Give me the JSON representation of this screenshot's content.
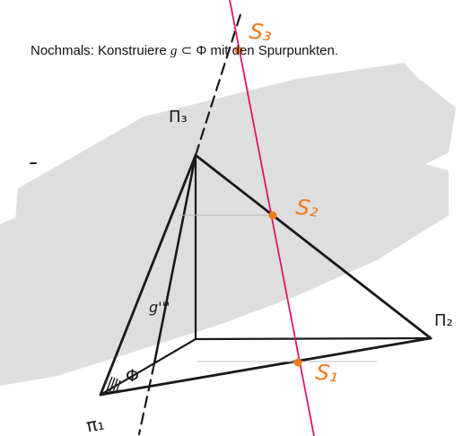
{
  "caption": {
    "prefix": "Nochmals: Konstruiere ",
    "g": "g",
    "op": " ⊂ ",
    "phi": "Φ",
    "suffix": " mit den Spurpunkten."
  },
  "labels": {
    "pi1": "π₁",
    "pi2": "Π₂",
    "pi3": "Π₃",
    "phi": "Φ",
    "g3": "g'''"
  },
  "handwritten": {
    "s1": "S₁",
    "s2": "S₂",
    "s3": "S₃"
  },
  "colors": {
    "construction_line": "#e0146e",
    "point_marker": "#f27a1a",
    "annotation": "#f27a1a",
    "ink": "#1a1a1a",
    "scan_shadow": "#d8d8d8"
  }
}
